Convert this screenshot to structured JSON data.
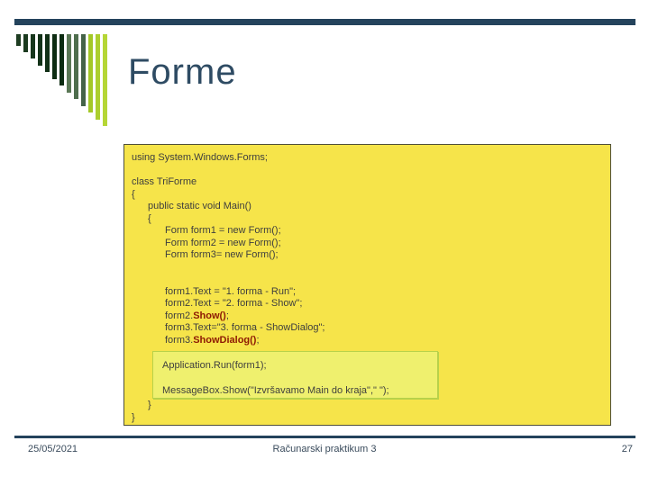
{
  "title": "Forme",
  "colors": {
    "accent_bar": "#24435C",
    "title_text": "#2E4B63",
    "code_background": "#F6E44A",
    "code_border": "#4F4F38",
    "code_text": "#3E3E3E",
    "keyword_red": "#8E1A04",
    "inner_background": "#EFF06E",
    "inner_border": "#B8D14A",
    "footer_text": "#3A4B5C",
    "footer_line": "#24435C"
  },
  "logo": {
    "bars": [
      {
        "height": 13,
        "color": "#1E3D22"
      },
      {
        "height": 20,
        "color": "#1B3A1F"
      },
      {
        "height": 27,
        "color": "#17361C"
      },
      {
        "height": 35,
        "color": "#143319"
      },
      {
        "height": 42,
        "color": "#113016"
      },
      {
        "height": 50,
        "color": "#0E2D13"
      },
      {
        "height": 57,
        "color": "#0C2B11"
      },
      {
        "height": 65,
        "color": "#5A7855"
      },
      {
        "height": 72,
        "color": "#4F6E4E"
      },
      {
        "height": 80,
        "color": "#446348"
      },
      {
        "height": 87,
        "color": "#A3C827"
      },
      {
        "height": 95,
        "color": "#ACCF2E"
      },
      {
        "height": 102,
        "color": "#B5D636"
      }
    ]
  },
  "code_block": {
    "lines_top": [
      {
        "indent": 0,
        "segments": [
          {
            "text": "using System.Windows.Forms;"
          }
        ]
      },
      {
        "indent": 0,
        "segments": []
      },
      {
        "indent": 0,
        "segments": [
          {
            "text": "class TriForme"
          }
        ]
      },
      {
        "indent": 0,
        "segments": [
          {
            "text": "{"
          }
        ]
      },
      {
        "indent": 1,
        "segments": [
          {
            "text": "public static void Main()"
          }
        ]
      },
      {
        "indent": 1,
        "segments": [
          {
            "text": "{"
          }
        ]
      },
      {
        "indent": 2,
        "segments": [
          {
            "text": "Form form1 = new Form();"
          }
        ]
      },
      {
        "indent": 2,
        "segments": [
          {
            "text": "Form form2 = new Form();"
          }
        ]
      },
      {
        "indent": 2,
        "segments": [
          {
            "text": "Form form3= new Form();"
          }
        ]
      },
      {
        "indent": 0,
        "segments": []
      },
      {
        "indent": 0,
        "segments": []
      },
      {
        "indent": 2,
        "segments": [
          {
            "text": "form1.Text = \"1. forma - Run\";"
          }
        ]
      },
      {
        "indent": 2,
        "segments": [
          {
            "text": "form2.Text = \"2. forma - Show\";"
          }
        ]
      },
      {
        "indent": 2,
        "segments": [
          {
            "text": "form2."
          },
          {
            "text": "Show()",
            "bold": true
          },
          {
            "text": ";"
          }
        ]
      },
      {
        "indent": 2,
        "segments": [
          {
            "text": "form3.Text=\"3. forma - ShowDialog\";"
          }
        ]
      },
      {
        "indent": 2,
        "segments": [
          {
            "text": "form3."
          },
          {
            "text": "ShowDialog()",
            "bold": true
          },
          {
            "text": ";"
          }
        ]
      }
    ],
    "inner_lines": [
      {
        "indent": 0,
        "segments": [
          {
            "text": "Application.Run(form1);"
          }
        ]
      },
      {
        "indent": 0,
        "segments": []
      },
      {
        "indent": 0,
        "segments": [
          {
            "text": "MessageBox.Show(\"Izvršavamo Main do kraja\",\" \");"
          }
        ]
      }
    ],
    "lines_bottom": [
      {
        "indent": 1,
        "segments": [
          {
            "text": "}"
          }
        ]
      },
      {
        "indent": 0,
        "segments": [
          {
            "text": "}"
          }
        ]
      }
    ]
  },
  "footer": {
    "date": "25/05/2021",
    "title": "Računarski praktikum 3",
    "page": "27"
  }
}
